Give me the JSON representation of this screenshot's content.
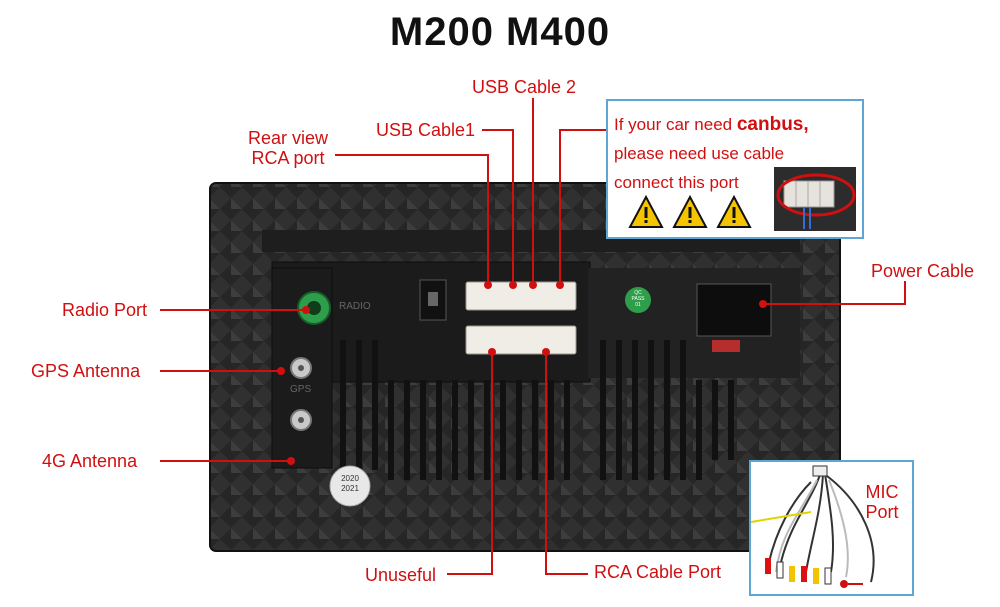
{
  "title": "M200 M400",
  "labels": {
    "usb_cable_2": "USB Cable 2",
    "usb_cable_1": "USB Cable1",
    "rear_view_line1": "Rear view",
    "rear_view_line2": "RCA port",
    "radio_port": "Radio Port",
    "gps_antenna": "GPS Antenna",
    "antenna_4g": "4G Antenna",
    "power_cable": "Power Cable",
    "unuseful": "Unuseful",
    "rca_cable_port": "RCA Cable Port",
    "mic_line1": "MIC",
    "mic_line2": "Port"
  },
  "canbus_note": {
    "line1_prefix": "If your car need ",
    "line1_emphasis": "canbus",
    "line1_suffix": ",",
    "line2": "please need use cable",
    "line3": "connect this port",
    "warning_count": 3
  },
  "device_markings": {
    "radio": "RADIO",
    "gps": "GPS",
    "qc_line1": "QC",
    "qc_line2": "PASS",
    "qc_line3": "01",
    "sticker_line1": "2020",
    "sticker_line2": "2021"
  },
  "colors": {
    "label_red": "#d01010",
    "frame_blue": "#5fa6d6",
    "device_dark": "#2a2a2a",
    "qc_green": "#2e9e4a"
  },
  "icons": [
    "warning-icon",
    "radio-connector-icon",
    "antenna-connector-icon"
  ]
}
